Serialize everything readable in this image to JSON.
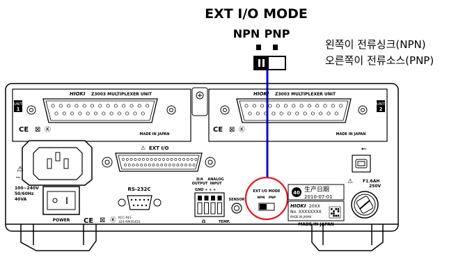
{
  "callout": {
    "mode_title": "EXT I/O MODE",
    "npn": "NPN",
    "pnp": "PNP",
    "note_line1": "왼쪽이 전류싱크(NPN)",
    "note_line2": "오른쪽이 전류소스(PNP)"
  },
  "units": [
    {
      "badge_top": "UNIT",
      "badge_num": "1",
      "brand": "HIOKI",
      "model": "Z3003  MULTIPLEXER UNIT",
      "made": ""
    },
    {
      "badge_top": "UNIT",
      "badge_num": "2",
      "brand": "HIOKI",
      "model": "Z3003  MULTIPLEXER UNIT",
      "made": "MADE IN JAPAN"
    }
  ],
  "unit1_made": "MADE IN JAPAN",
  "panel": {
    "ext_io": "EXT I/O",
    "power_spec": [
      "100~240V",
      "50/60Hz",
      "40VA"
    ],
    "power": "POWER",
    "rs232c": "RS-232C",
    "da_output": [
      "D/A",
      "OUTPUT"
    ],
    "analog_input": [
      "ANALOG",
      "INPUT"
    ],
    "terminal_signs": "GND + +   +",
    "omega": "Ω",
    "temp": "TEMP.",
    "sensor": "SENSOR",
    "mode_label": "EXT I/O MODE",
    "mode_npn": "NPN",
    "mode_pnp": "PNP",
    "kc": [
      "KCC-REI-",
      "324-RM3545S"
    ],
    "prod_date_label": "生产日期",
    "prod_date": "2010-07-01",
    "prod_num": "40",
    "hioki_label": "HIOKI",
    "model_code": "20XX",
    "serial": "No. XXXXXXXX",
    "made_small": "MADE IN JAPAN",
    "made_big": "MADE IN JAPAN",
    "fuse": [
      "F1.6AH",
      "250V"
    ],
    "ce": "CE"
  },
  "colors": {
    "callout_line": "#0a0ad8",
    "highlight_circle": "#e4141e",
    "panel_bg": "#ffffff",
    "stroke": "#000000"
  }
}
